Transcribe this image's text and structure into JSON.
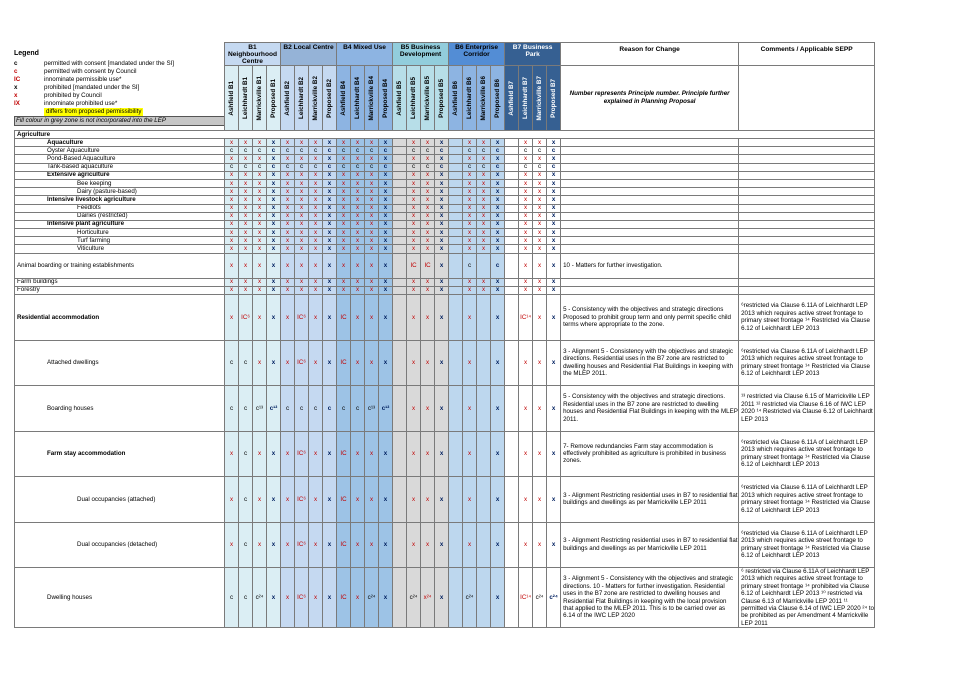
{
  "legend": {
    "title": "Legend",
    "items": [
      {
        "sym": "c",
        "color": "#000000",
        "text": "permitted with consent [mandated under the SI]"
      },
      {
        "sym": "c",
        "color": "#c00000",
        "text": "permitted with consent by Council"
      },
      {
        "sym": "IC",
        "color": "#c00000",
        "text": "innominate permissible use*"
      },
      {
        "sym": "x",
        "color": "#000000",
        "text": "prohibited [mandated under the SI]"
      },
      {
        "sym": "x",
        "color": "#c00000",
        "text": "prohibited by Council"
      },
      {
        "sym": "IX",
        "color": "#c00000",
        "text": "innominate prohibited use*"
      },
      {
        "sym": "",
        "color": "#ffff00",
        "text": "differs from proposed permissibility"
      }
    ],
    "grey_note": "Fill colour in grey zone is not incorporated into the LEP"
  },
  "zones": [
    {
      "name": "B1 Neighbourhood Centre",
      "cols": [
        "Ashfield B1",
        "Leichhardt B1",
        "Marrickville B1",
        "Proposed B1"
      ]
    },
    {
      "name": "B2 Local Centre",
      "cols": [
        "Ashfield B2",
        "Leichhardt B2",
        "Marrickville B2",
        "Proposed B2"
      ]
    },
    {
      "name": "B4 Mixed Use",
      "cols": [
        "Ashfield B4",
        "Leichhardt B4",
        "Marrickville B4",
        "Proposed B4"
      ]
    },
    {
      "name": "B5 Business Development",
      "cols": [
        "Ashfield B5",
        "Leichhardt B5",
        "Marrickville B5",
        "Proposed B5"
      ]
    },
    {
      "name": "B6 Enterprise Corridor",
      "cols": [
        "Ashfield B6",
        "Leichhardt B6",
        "Marrickville B6",
        "Proposed B6"
      ]
    },
    {
      "name": "B7 Business Park",
      "cols": [
        "Ashfield B7",
        "Leichhardt B7",
        "Marrickville B7",
        "Proposed B7"
      ]
    }
  ],
  "headers": {
    "reason": "Reason for Change",
    "comments": "Comments  / Applicable SEPP",
    "principle_note": "Number represents Principle number. Principle further explained in Planning Proposal"
  },
  "colors": {
    "highlight": "#ffff00",
    "red": "#c00000",
    "navy": "#002060"
  },
  "rows": [
    {
      "label": "Agriculture",
      "indent": 0,
      "bold": true,
      "kind": "cat",
      "cells": []
    },
    {
      "label": "Aquaculture",
      "indent": 1,
      "bold": true,
      "kind": "small",
      "cells": [
        "x",
        "x",
        "x",
        "x",
        "x",
        "x",
        "x",
        "x",
        "x",
        "x",
        "x",
        "x",
        "",
        "x",
        "x",
        "x",
        "",
        "x",
        "x",
        "x",
        "",
        "x",
        "x",
        "x"
      ]
    },
    {
      "label": "Oyster Aquaculture",
      "indent": 1,
      "bold": false,
      "kind": "small",
      "cells": [
        "c",
        "c",
        "c",
        "c",
        "c",
        "c",
        "c",
        "c",
        "c",
        "c",
        "c",
        "c",
        "",
        "c",
        "c",
        "c",
        "",
        "c",
        "c",
        "c",
        "",
        "c",
        "c",
        "c"
      ]
    },
    {
      "label": "Pond-Based Aquaculture",
      "indent": 1,
      "bold": false,
      "kind": "small",
      "cells": [
        "x",
        "x",
        "x",
        "x",
        "x",
        "x",
        "x",
        "x",
        "x",
        "x",
        "x",
        "x",
        "",
        "x",
        "x",
        "x",
        "",
        "x",
        "x",
        "x",
        "",
        "x",
        "x",
        "x"
      ]
    },
    {
      "label": "Tank-based aquaculture",
      "indent": 1,
      "bold": false,
      "kind": "small",
      "cells": [
        "c",
        "c",
        "c",
        "c",
        "c",
        "c",
        "c",
        "c",
        "c",
        "c",
        "c",
        "c",
        "",
        "c",
        "c",
        "c",
        "",
        "c",
        "c",
        "c",
        "",
        "c",
        "c",
        "c"
      ]
    },
    {
      "label": "Extensive agriculture",
      "indent": 1,
      "bold": true,
      "kind": "small",
      "cells": [
        "x",
        "x",
        "x",
        "x",
        "x",
        "x",
        "x",
        "x",
        "x",
        "x",
        "x",
        "x",
        "",
        "x",
        "x",
        "x",
        "",
        "x",
        "x",
        "x",
        "",
        "x",
        "x",
        "x"
      ]
    },
    {
      "label": "Bee keeping",
      "indent": 2,
      "bold": false,
      "kind": "small",
      "cells": [
        "x",
        "x",
        "x",
        "x",
        "x",
        "x",
        "x",
        "x",
        "x",
        "x",
        "x",
        "x",
        "",
        "x",
        "x",
        "x",
        "",
        "x",
        "x",
        "x",
        "",
        "x",
        "x",
        "x"
      ]
    },
    {
      "label": "Dairy (pasture-based)",
      "indent": 2,
      "bold": false,
      "kind": "small",
      "cells": [
        "x",
        "x",
        "x",
        "x",
        "x",
        "x",
        "x",
        "x",
        "x",
        "x",
        "x",
        "x",
        "",
        "x",
        "x",
        "x",
        "",
        "x",
        "x",
        "x",
        "",
        "x",
        "x",
        "x"
      ]
    },
    {
      "label": "Intensive livestock agriculture",
      "indent": 1,
      "bold": true,
      "kind": "small",
      "cells": [
        "x",
        "x",
        "x",
        "x",
        "x",
        "x",
        "x",
        "x",
        "x",
        "x",
        "x",
        "x",
        "",
        "x",
        "x",
        "x",
        "",
        "x",
        "x",
        "x",
        "",
        "x",
        "x",
        "x"
      ]
    },
    {
      "label": "Feedlots",
      "indent": 2,
      "bold": false,
      "kind": "small",
      "cells": [
        "x",
        "x",
        "x",
        "x",
        "x",
        "x",
        "x",
        "x",
        "x",
        "x",
        "x",
        "x",
        "",
        "x",
        "x",
        "x",
        "",
        "x",
        "x",
        "x",
        "",
        "x",
        "x",
        "x"
      ]
    },
    {
      "label": "Dairies (restricted)",
      "indent": 2,
      "bold": false,
      "kind": "small",
      "cells": [
        "x",
        "x",
        "x",
        "x",
        "x",
        "x",
        "x",
        "x",
        "x",
        "x",
        "x",
        "x",
        "",
        "x",
        "x",
        "x",
        "",
        "x",
        "x",
        "x",
        "",
        "x",
        "x",
        "x"
      ]
    },
    {
      "label": "Intensive plant agriculture",
      "indent": 1,
      "bold": true,
      "kind": "small",
      "cells": [
        "x",
        "x",
        "x",
        "x",
        "x",
        "x",
        "x",
        "x",
        "x",
        "x",
        "x",
        "x",
        "",
        "x",
        "x",
        "x",
        "",
        "x",
        "x",
        "x",
        "",
        "x",
        "x",
        "x"
      ]
    },
    {
      "label": "Horticulture",
      "indent": 2,
      "bold": false,
      "kind": "small",
      "cells": [
        "x",
        "x",
        "x",
        "x",
        "x",
        "x",
        "x",
        "x",
        "x",
        "x",
        "x",
        "x",
        "",
        "x",
        "x",
        "x",
        "",
        "x",
        "x",
        "x",
        "",
        "x",
        "x",
        "x"
      ]
    },
    {
      "label": "Turf farming",
      "indent": 2,
      "bold": false,
      "kind": "small",
      "cells": [
        "x",
        "x",
        "x",
        "x",
        "x",
        "x",
        "x",
        "x",
        "x",
        "x",
        "x",
        "x",
        "",
        "x",
        "x",
        "x",
        "",
        "x",
        "x",
        "x",
        "",
        "x",
        "x",
        "x"
      ]
    },
    {
      "label": "Viticulture",
      "indent": 2,
      "bold": false,
      "kind": "small",
      "cells": [
        "x",
        "x",
        "x",
        "x",
        "x",
        "x",
        "x",
        "x",
        "x",
        "x",
        "x",
        "x",
        "",
        "x",
        "x",
        "x",
        "",
        "x",
        "x",
        "x",
        "",
        "x",
        "x",
        "x"
      ]
    },
    {
      "label": "Animal boarding or training establishments",
      "indent": 0,
      "bold": false,
      "kind": "mid",
      "reason": "10 - Matters for further investigation.",
      "comment": "",
      "cells": [
        "x",
        "x",
        "x",
        "x",
        "x",
        "x",
        "x",
        "x",
        "x",
        "x",
        "x",
        "x",
        "",
        "IC",
        "IC",
        "x",
        "",
        "c",
        "",
        "c",
        "",
        "x",
        "x",
        "x"
      ]
    },
    {
      "label": "Farm buildings",
      "indent": 0,
      "bold": false,
      "kind": "small",
      "cells": [
        "x",
        "x",
        "x",
        "x",
        "x",
        "x",
        "x",
        "x",
        "x",
        "x",
        "x",
        "x",
        "",
        "x",
        "x",
        "x",
        "",
        "x",
        "x",
        "x",
        "",
        "x",
        "x",
        "x"
      ]
    },
    {
      "label": "Forestry",
      "indent": 0,
      "bold": false,
      "kind": "small",
      "cells": [
        "x",
        "x",
        "x",
        "x",
        "x",
        "x",
        "x",
        "x",
        "x",
        "x",
        "x",
        "x",
        "",
        "x",
        "x",
        "x",
        "",
        "x",
        "x",
        "x",
        "",
        "x",
        "x",
        "x"
      ]
    },
    {
      "label": "Residential accommodation",
      "indent": 0,
      "bold": true,
      "kind": "tall",
      "reason": "5 - Consistency with the objectives and strategic directions Proposed to prohibit group term and only permit specific child terms where appropriate to the zone.",
      "comment": "⁶restricted via Clause 6.11A of Leichhardt LEP 2013 which requires active street frontage to primary street frontage ¹⁴ Restricted via Clause 6.12 of Leichhardt LEP 2013",
      "cells": [
        "x",
        "IC⁶",
        "x",
        "x",
        "x",
        "IC⁶",
        "x",
        "x",
        "IC",
        "x",
        "x",
        "x",
        "",
        "x",
        "x",
        "x",
        "",
        "x",
        "",
        "x",
        "",
        "IC¹⁴",
        "x",
        "x"
      ]
    },
    {
      "label": "Attached dwellings",
      "indent": 1,
      "bold": false,
      "kind": "tall",
      "reason": "3 -  Alignment 5 - Consistency with the objectives and strategic directions. Residential uses in the B7 zone are restricted to dwelling houses and Residential Flat Buildings in keeping with the MLEP 2011.",
      "comment": "⁶restricted via Clause 6.11A of Leichhardt LEP 2013 which requires active street frontage to primary street frontage ¹⁴ Restricted via Clause 6.12 of Leichhardt LEP 2013",
      "cells": [
        "c",
        "c",
        "x",
        "x",
        "x",
        "IC⁶",
        "x",
        "x",
        "IC",
        "x",
        "x",
        "x",
        "",
        "x",
        "x",
        "x",
        "",
        "x",
        "",
        "x",
        "",
        "x",
        "x",
        "x"
      ]
    },
    {
      "label": "Boarding houses",
      "indent": 1,
      "bold": false,
      "kind": "tall",
      "reason": "5 - Consistency with the objectives and strategic directions. Residential uses in the B7 zone are restricted to dwelling houses and Residential Flat Buildings in keeping with the MLEP 2011.",
      "comment": "¹³ restricted via Clause 6.15 of Marrickville LEP 2011 ¹² restricted via Clause 6.16 of IWC LEP 2020 ¹⁴ Restricted via Clause 6.12 of Leichhardt LEP 2013",
      "cells": [
        "c",
        "c",
        "c¹³",
        "c¹²",
        "c",
        "c",
        "c",
        "c",
        "c",
        "c",
        "c¹³",
        "c¹²",
        "",
        "x",
        "x",
        "x",
        "",
        "x",
        "",
        "x",
        "",
        "x",
        "x",
        "x"
      ]
    },
    {
      "label": "Farm stay accommodation",
      "indent": 1,
      "bold": true,
      "kind": "tall",
      "reason": "7- Remove redundancies Farm stay accommodation is effectively prohibited as agriculture is prohibited in business zones.",
      "comment": "⁶restricted via Clause 6.11A of Leichhardt LEP 2013 which requires active street frontage to primary street frontage ¹⁴ Restricted via Clause 6.12 of Leichhardt LEP 2013",
      "cells": [
        "x",
        "c",
        "x",
        "x",
        "x",
        "IC⁶",
        "x",
        "x",
        "IC",
        "x",
        "x",
        "x",
        "",
        "x",
        "x",
        "x",
        "",
        "x",
        "",
        "x",
        "",
        "x",
        "x",
        "x"
      ]
    },
    {
      "label": "Dual occupancies (attached)",
      "indent": 2,
      "bold": false,
      "kind": "tall",
      "reason": "3 -  Alignment Restricting residential uses in B7 to residential flat buildings and dwellings as per Marrickville LEP 2011",
      "comment": "⁶restricted via Clause 6.11A of Leichhardt LEP 2013 which requires active street frontage to primary street frontage ¹⁴ Restricted via Clause 6.12 of Leichhardt LEP 2013",
      "cells": [
        "x",
        "c",
        "x",
        "x",
        "x",
        "IC⁶",
        "x",
        "x",
        "IC",
        "x",
        "x",
        "x",
        "",
        "x",
        "x",
        "x",
        "",
        "x",
        "",
        "x",
        "",
        "x",
        "x",
        "x"
      ]
    },
    {
      "label": "Dual occupancies (detached)",
      "indent": 2,
      "bold": false,
      "kind": "tall",
      "reason": "3 -  Alignment Restricting residential uses in B7 to residential flat buildings and dwellings as per Marrickville LEP 2011",
      "comment": "⁶restricted via Clause 6.11A of Leichhardt LEP 2013 which requires active street frontage to primary street frontage ¹⁴ Restricted via Clause 6.12 of Leichhardt LEP 2013",
      "cells": [
        "x",
        "c",
        "x",
        "x",
        "x",
        "IC⁶",
        "x",
        "x",
        "IC",
        "x",
        "x",
        "x",
        "",
        "x",
        "x",
        "x",
        "",
        "x",
        "",
        "x",
        "",
        "x",
        "x",
        "x"
      ]
    },
    {
      "label": "Dwelling houses",
      "indent": 1,
      "bold": false,
      "kind": "tall",
      "reason": "3 -  Alignment 5 - Consistency with the objectives and strategic directions. 10 - Matters for further investigation. Residential uses in the B7 zone are restricted to dwelling houses and Residential Flat Buildings in keeping with the local provision that applied to the MLEP 2011. This is to be carried over as 6.14 of the IWC LEP 2020",
      "comment": "⁶ restricted via Clause 6.11A of Leichhardt LEP 2013 which requires active street frontage to primary street frontage ¹⁴ prohibited via Clause 6.12 of Leichhardt LEP 2013 ¹⁰ restricted via Clause 6.13 of Marrickville LEP 2011 ¹¹ permitted via Clause 6.14 of IWC LEP 2020 ²⁴ to be prohibited as per Amendment 4 Marrickville LEP 2011",
      "cells": [
        "c",
        "c",
        "c²⁴",
        "x",
        "x",
        "IC⁶",
        "x",
        "x",
        "IC",
        "x",
        "c²⁴",
        "x",
        "",
        "c²⁴",
        "x²⁴",
        "x",
        "",
        "c²⁴",
        "",
        "x",
        "",
        "IC¹⁴",
        "c²⁴",
        "c²⁴"
      ]
    }
  ]
}
